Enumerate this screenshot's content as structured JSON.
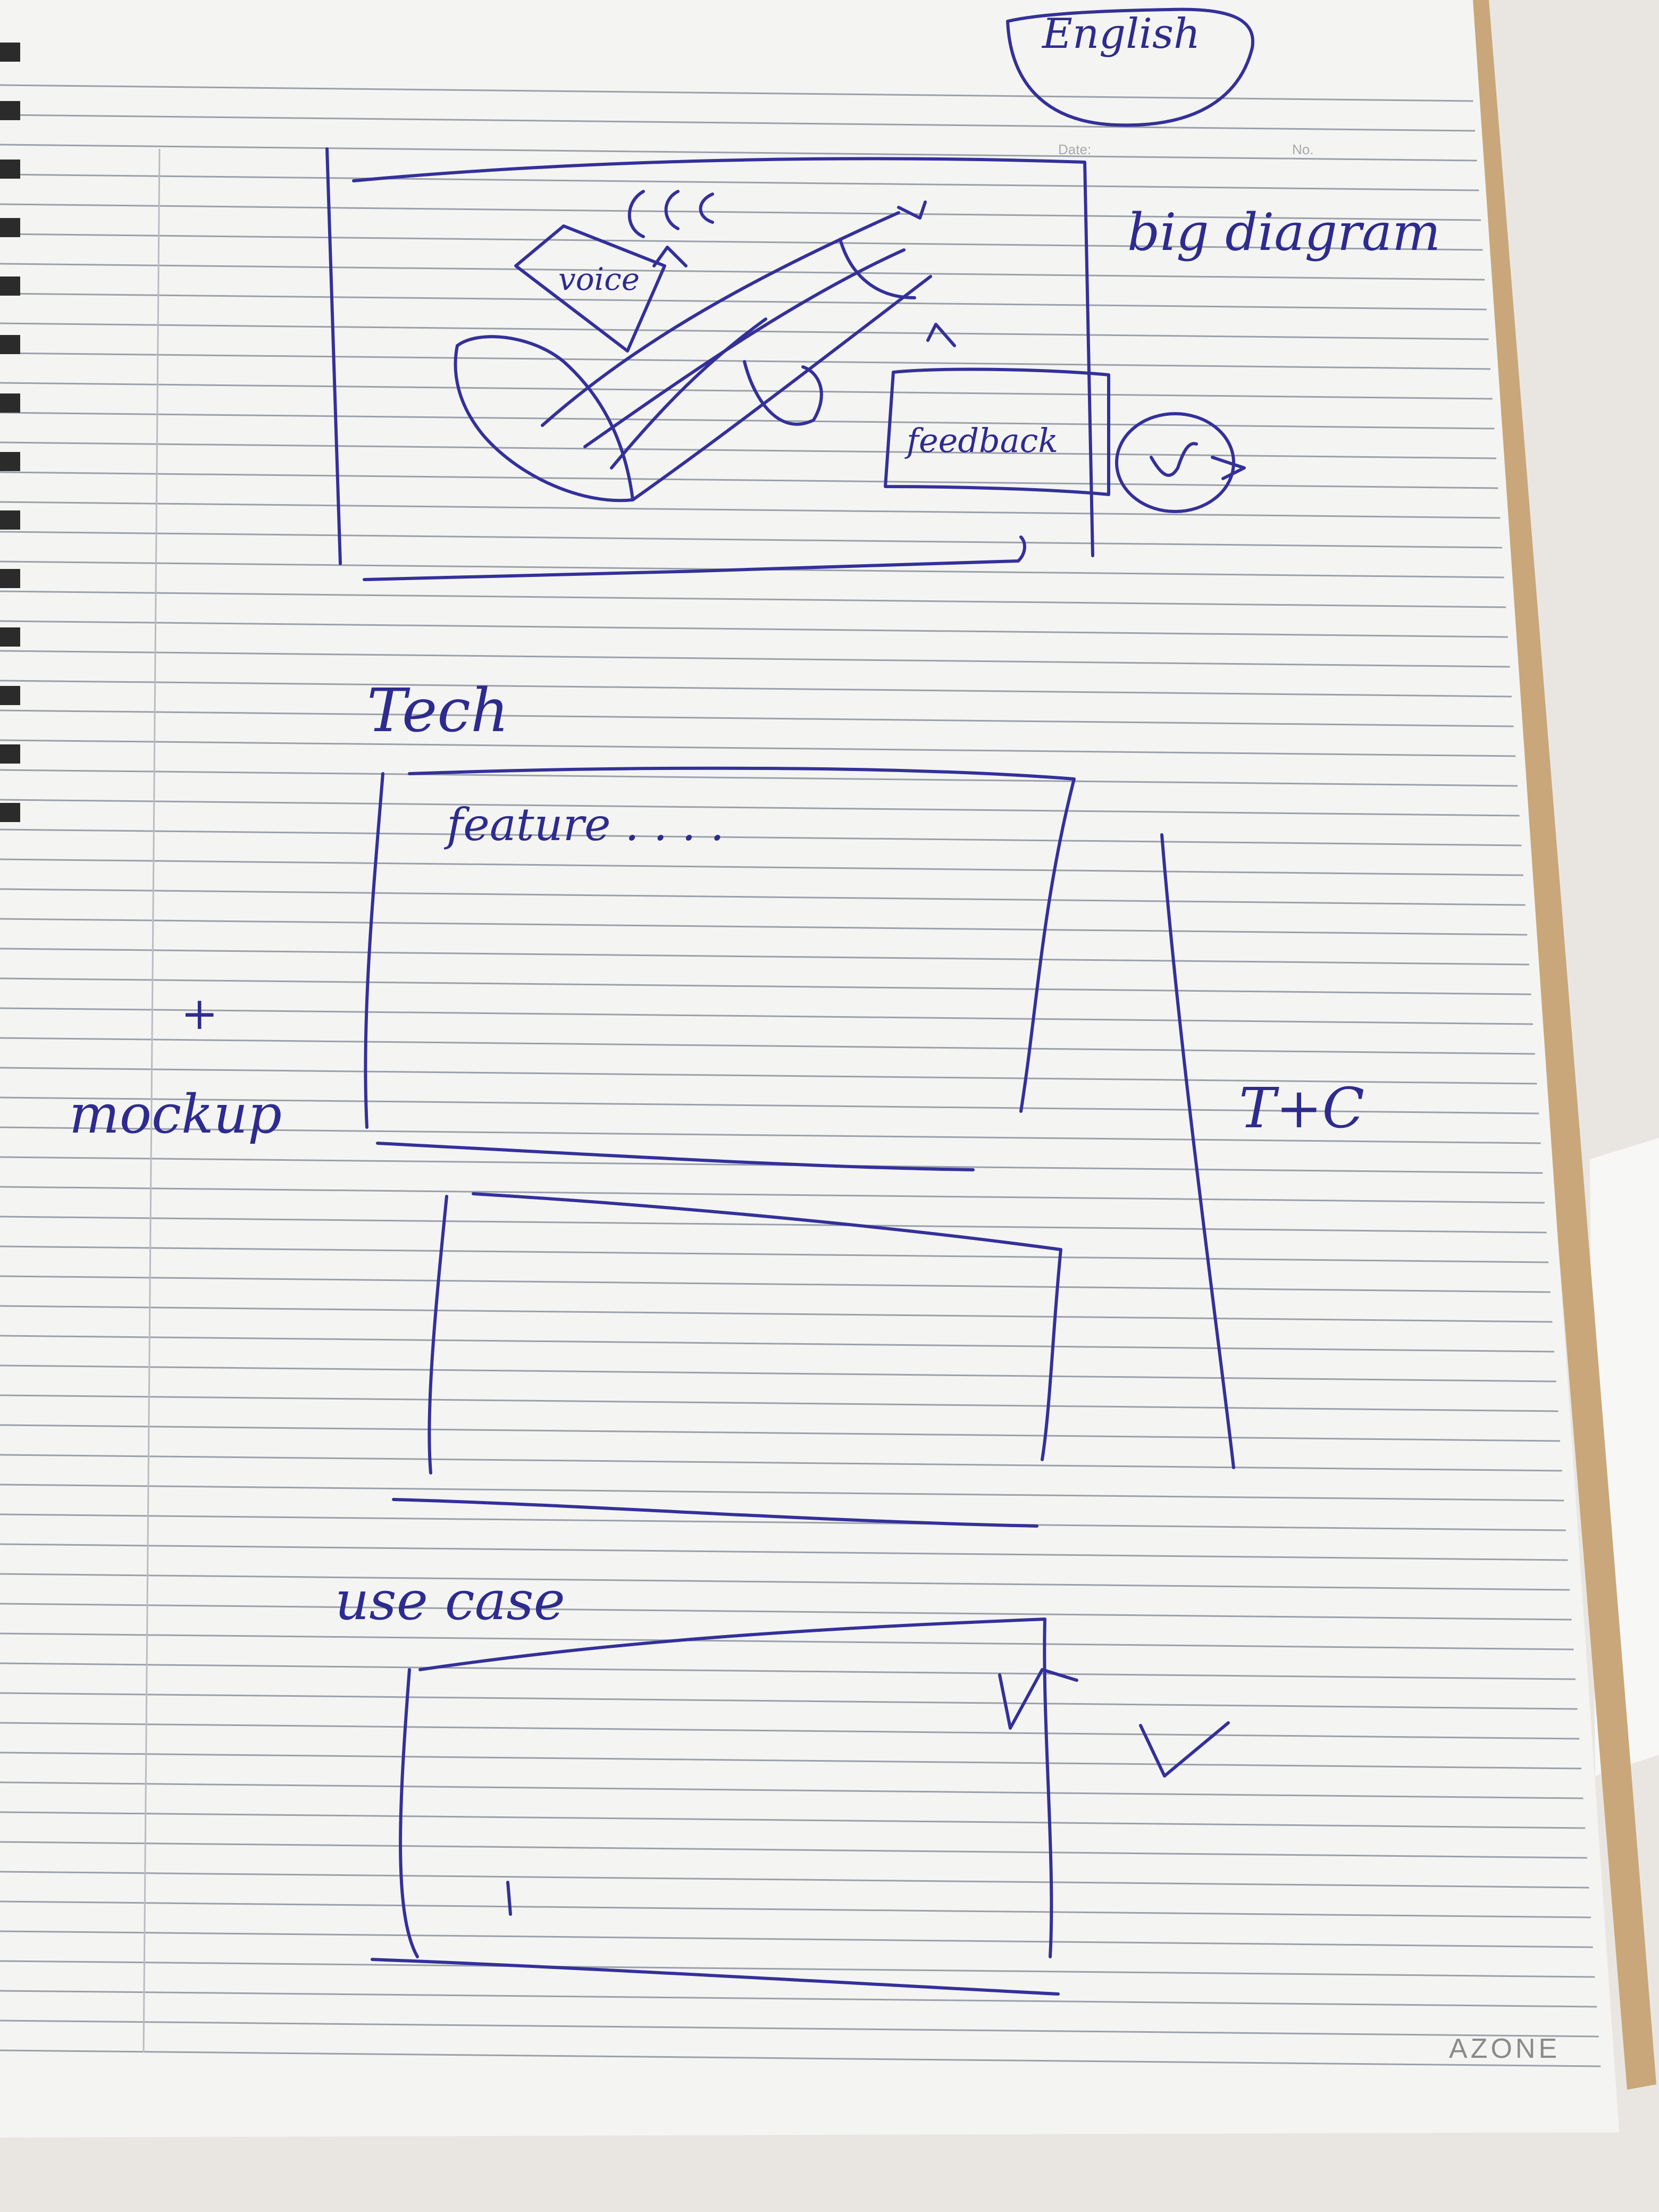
{
  "notebook": {
    "brand": "AZONE",
    "header_labels": {
      "date": "Date:",
      "no": "No."
    },
    "colors": {
      "paper": "#f4f4f2",
      "ink": "#34309a",
      "rule_line": "#9aa0aa",
      "background": "#e9e6e2"
    }
  },
  "sketch": {
    "language_box": "English",
    "diagram_title": "big diagram",
    "voice_label": "voice",
    "feedback_label": "feedback",
    "tech_heading": "Tech",
    "feature_text": "feature . . . .",
    "plus_mark": "+",
    "mockup_label": "mockup",
    "tc_label": "T+C",
    "use_case_heading": "use case",
    "icons": [
      "check-circle-icon",
      "play-triangle-icon",
      "speech-curves-icon"
    ]
  }
}
